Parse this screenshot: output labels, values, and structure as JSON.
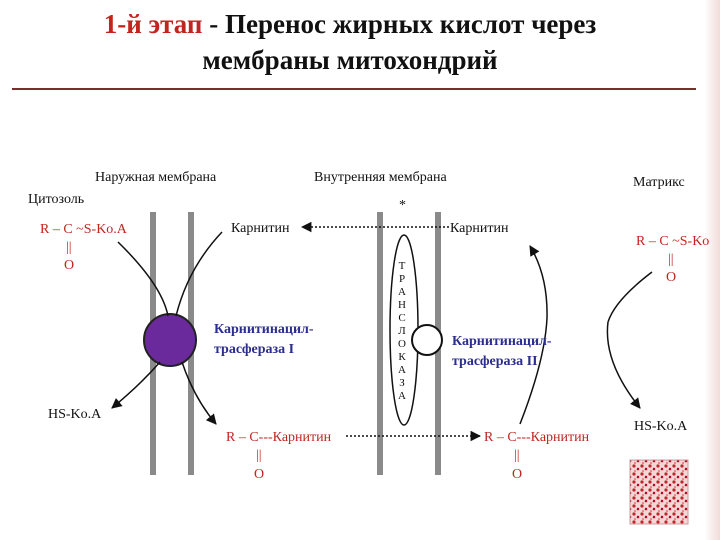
{
  "title": {
    "stage": "1-й этап",
    "rest": " - Перенос жирных кислот через",
    "line2": "мембраны митохондрий"
  },
  "labels": {
    "outer_membrane": "Наружная мембрана",
    "inner_membrane": "Внутренняя мембрана",
    "cytosol": "Цитозоль",
    "matrix": "Матрикс",
    "star": "*",
    "carnitine_left": "Карнитин",
    "carnitine_right": "Карнитин",
    "acyl_coa_left": "R – C ~S-Ko.A",
    "acyl_coa_right": "R – C ~S-Ko",
    "double_bond": "||",
    "oxygen": "O",
    "hs_coa_left": "HS-Ko.A",
    "hs_coa_right": "HS-Ko.A",
    "cat1_line1": "Карнитинацил-",
    "cat1_line2": "трасфераза I",
    "cat2_line1": "Карнитинацил-",
    "cat2_line2": "трасфераза II",
    "acylcarnitine_left": "R – C---Карнитин",
    "acylcarnitine_right": "R – C---Карнитин",
    "translocase_letters": [
      "Т",
      "Р",
      "А",
      "Н",
      "С",
      "Л",
      "О",
      "К",
      "А",
      "З",
      "А"
    ]
  },
  "colors": {
    "title_accent": "#c0261f",
    "enzyme_text": "#2b2d8f",
    "enzyme_circle": "#6a2a9c",
    "membrane": "#8a8a8a"
  }
}
